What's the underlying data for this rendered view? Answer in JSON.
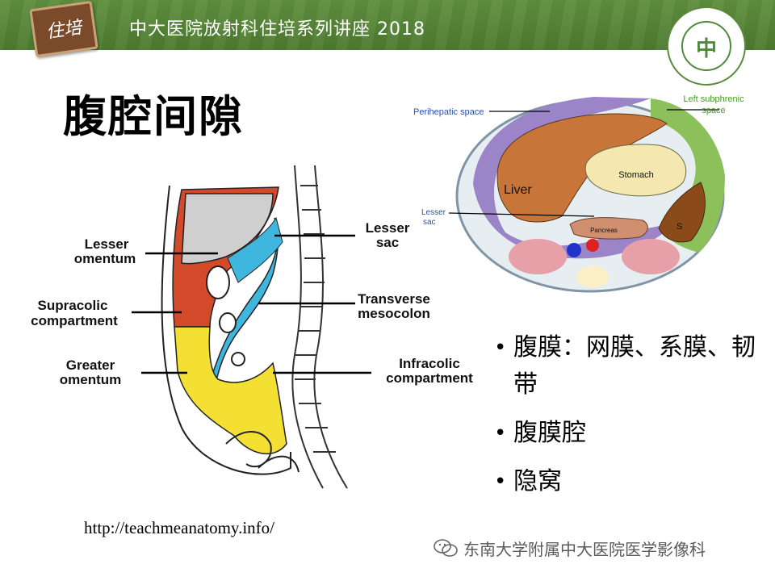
{
  "header": {
    "badge_text": "住培",
    "title": "中大医院放射科住培系列讲座 2018",
    "logo_glyph": "中"
  },
  "slide": {
    "title": "腹腔间隙",
    "bullets": [
      "腹膜：网膜、系膜、韧带",
      "腹膜腔",
      "隐窝"
    ],
    "source_url": "http://teachmeanatomy.info/"
  },
  "sagittal_diagram": {
    "labels": {
      "lesser_omentum": [
        "Lesser",
        "omentum"
      ],
      "supracolic": [
        "Supracolic",
        "compartment"
      ],
      "greater_omentum": [
        "Greater",
        "omentum"
      ],
      "lesser_sac": [
        "Lesser",
        "sac"
      ],
      "transverse_mesocolon": [
        "Transverse",
        "mesocolon"
      ],
      "infracolic": [
        "Infracolic",
        "compartment"
      ]
    }
  },
  "axial_diagram": {
    "labels": {
      "perihepatic": "Perihepatic space",
      "left_subphrenic": [
        "Left subphrenic",
        "space"
      ],
      "liver": "Liver",
      "stomach": "Stomach",
      "lesser_sac": [
        "Lesser",
        "sac"
      ],
      "pancreas": "Pancreas",
      "spleen": "S"
    }
  },
  "footer": {
    "text": "东南大学附属中大医院医学影像科"
  },
  "colors": {
    "header_green": "#4c7a30",
    "supracolic_red": "#d24a2a",
    "lesser_sac_blue": "#3fb6de",
    "infracolic_yellow": "#f4e032",
    "liver_brown": "#c8753a",
    "perihepatic_purple": "#9b84c8",
    "subphrenic_green": "#8cc05a"
  }
}
